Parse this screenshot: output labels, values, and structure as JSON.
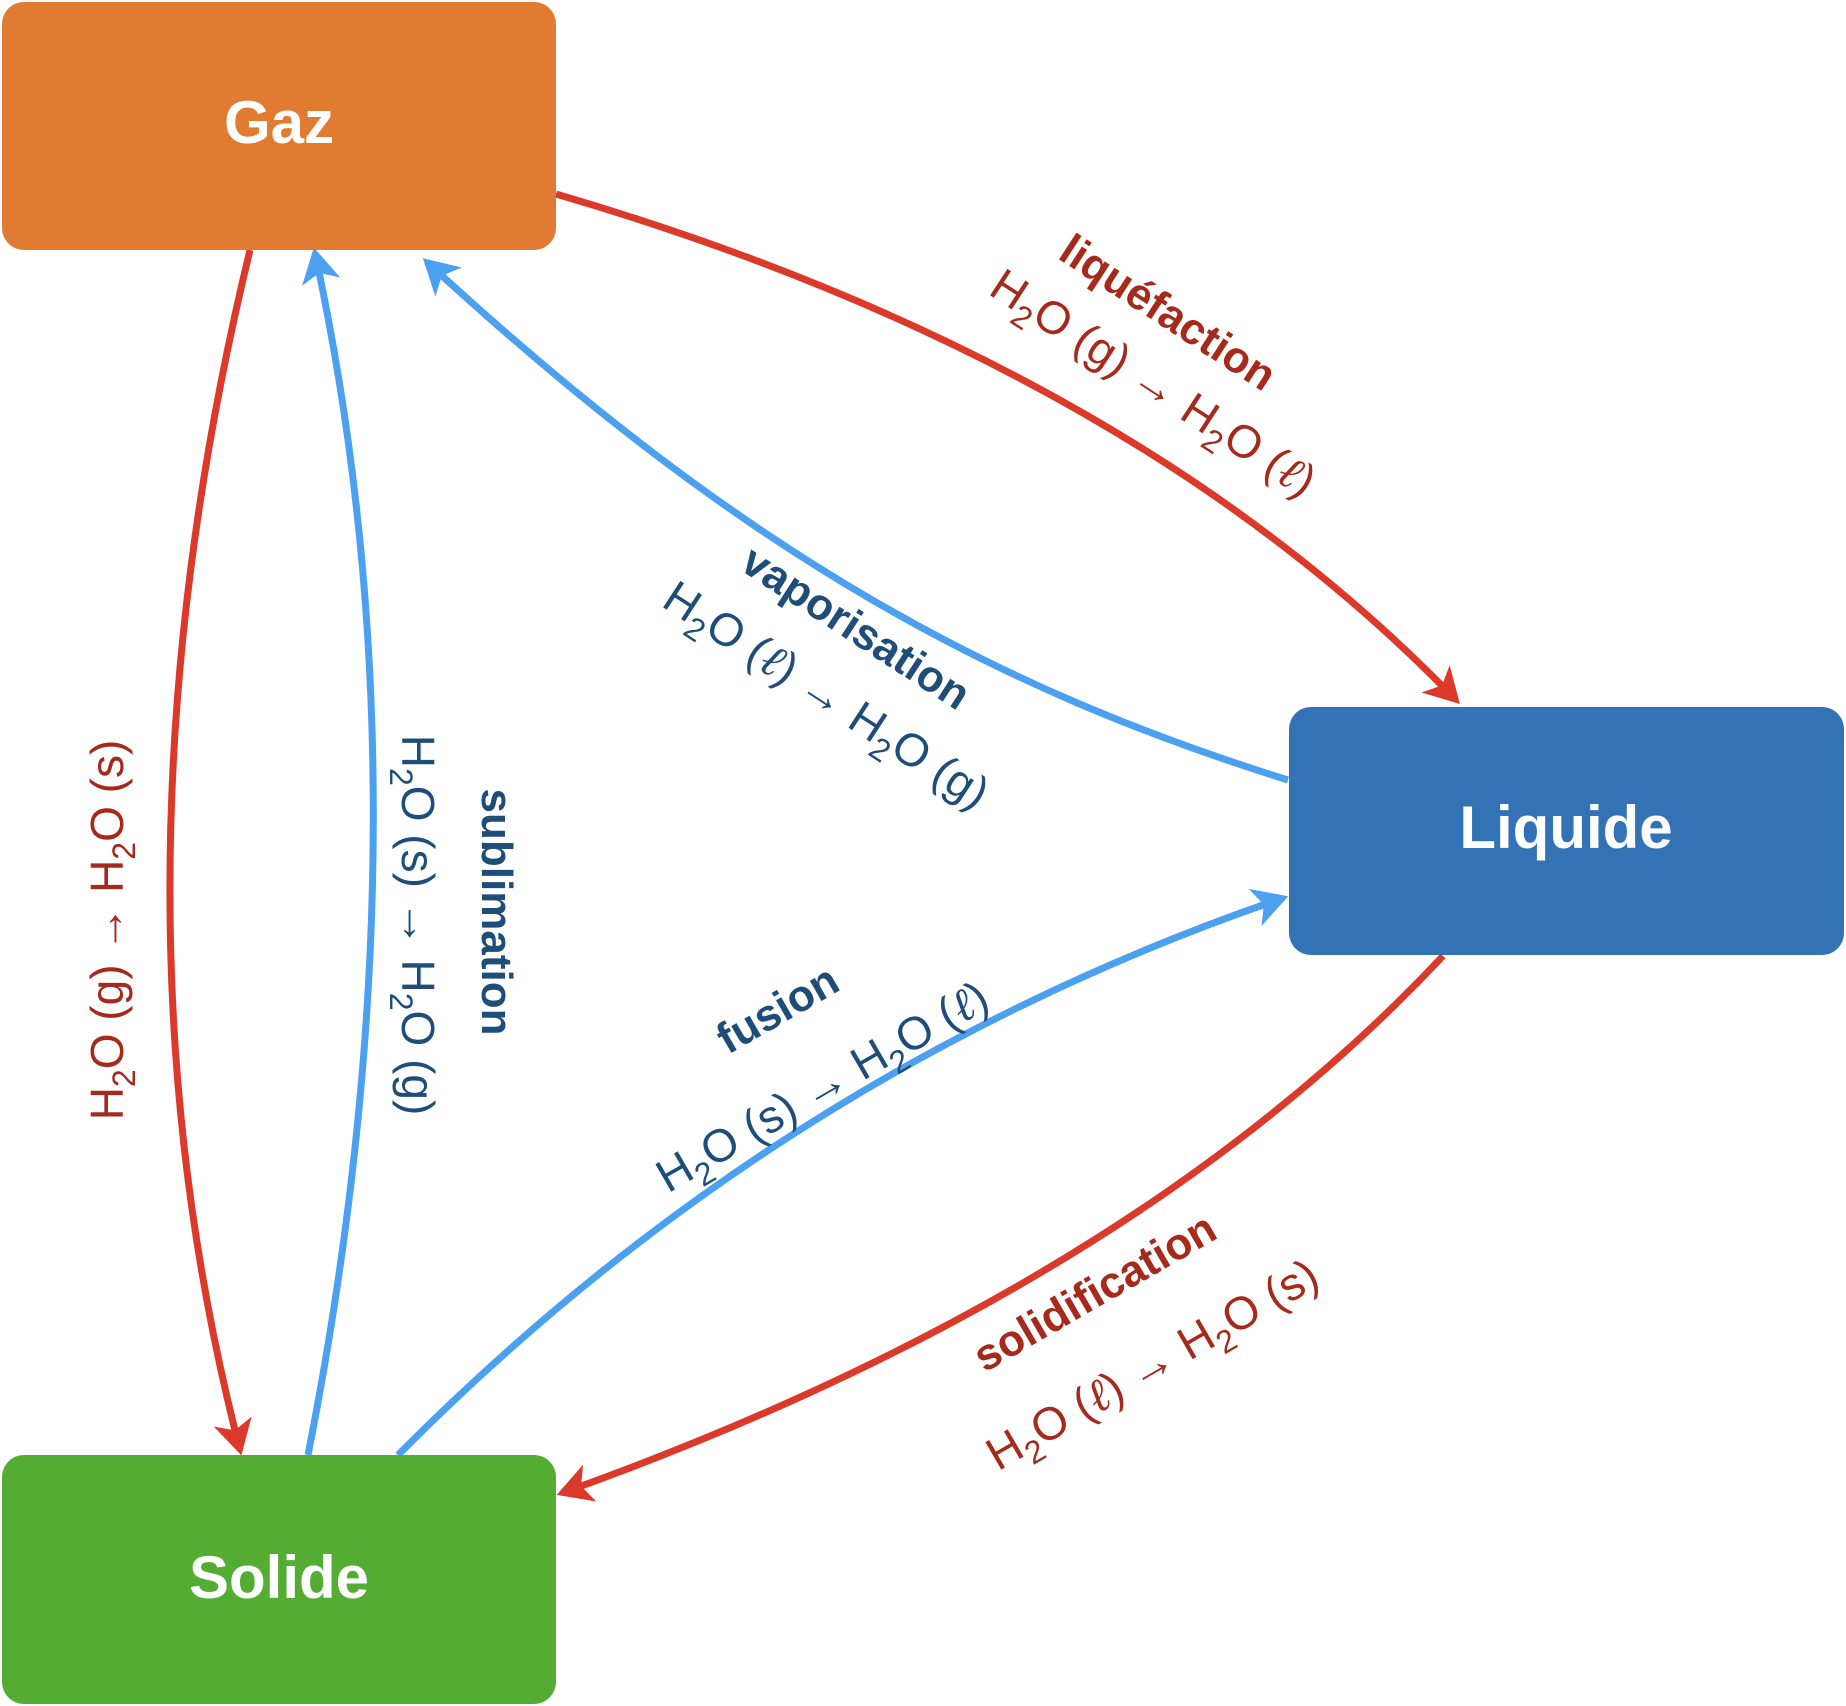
{
  "colors": {
    "gas": "#E27B32",
    "liquid": "#3373B5",
    "solid": "#54AD32",
    "cooling_arrow": "#DB3A2A",
    "heating_arrow": "#4BA1F0",
    "cooling_text": "#A52A1C",
    "heating_text": "#1F4D7A"
  },
  "states": {
    "gas": "Gaz",
    "liquid": "Liquide",
    "solid": "Solide"
  },
  "transitions": {
    "liquefaction": {
      "name": "liquéfaction",
      "formula": "H2O (g) → H2O (ℓ)",
      "from": "Gaz",
      "to": "Liquide"
    },
    "vaporisation": {
      "name": "vaporisation",
      "formula": "H2O (ℓ) → H2O (g)",
      "from": "Liquide",
      "to": "Gaz"
    },
    "condensation": {
      "name": "",
      "formula": "H2O (g) → H2O (s)",
      "from": "Gaz",
      "to": "Solide"
    },
    "sublimation": {
      "name": "sublimation",
      "formula": "H2O (s) → H2O (g)",
      "from": "Solide",
      "to": "Gaz"
    },
    "fusion": {
      "name": "fusion",
      "formula": "H2O (s) → H2O (ℓ)",
      "from": "Solide",
      "to": "Liquide"
    },
    "solidification": {
      "name": "solidification",
      "formula": "H2O (ℓ) → H2O (s)",
      "from": "Liquide",
      "to": "Solide"
    }
  }
}
